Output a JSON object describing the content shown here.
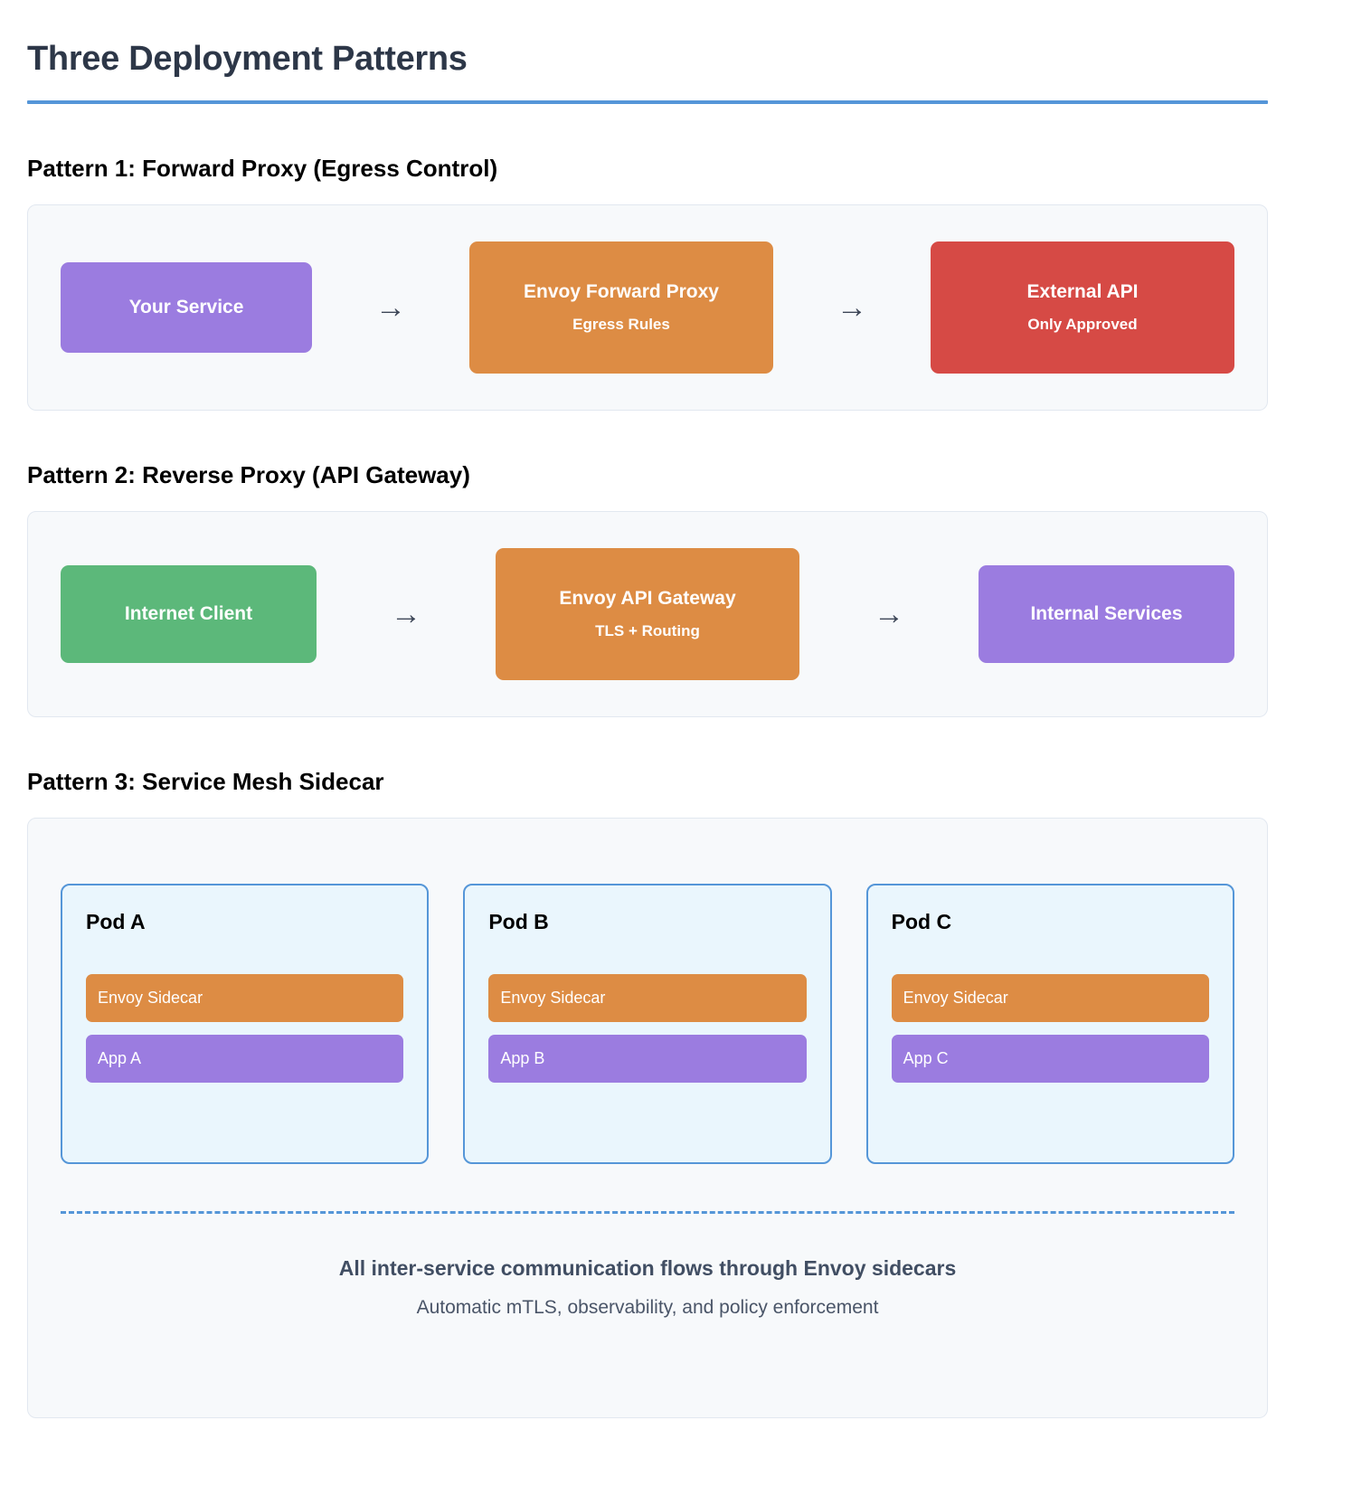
{
  "header": {
    "title": "Three Deployment Patterns",
    "rule_color": "#5596d8"
  },
  "patterns": [
    {
      "heading": "Pattern 1: Forward Proxy (Egress Control)",
      "nodes": [
        {
          "title": "Your Service",
          "sub": "",
          "color": "#9b7ce0"
        },
        {
          "title": "Envoy Forward Proxy",
          "sub": "Egress Rules",
          "color": "#dd8c44"
        },
        {
          "title": "External API",
          "sub": "Only Approved",
          "color": "#d64a45"
        }
      ],
      "arrows": [
        "→",
        "→"
      ]
    },
    {
      "heading": "Pattern 2: Reverse Proxy (API Gateway)",
      "nodes": [
        {
          "title": "Internet Client",
          "sub": "",
          "color": "#5cb87a"
        },
        {
          "title": "Envoy API Gateway",
          "sub": "TLS + Routing",
          "color": "#dd8c44"
        },
        {
          "title": "Internal Services",
          "sub": "",
          "color": "#9b7ce0"
        }
      ],
      "arrows": [
        "→",
        "→"
      ]
    }
  ],
  "mesh": {
    "heading": "Pattern 3: Service Mesh Sidecar",
    "pods": [
      {
        "title": "Pod A",
        "sidecar": "Envoy Sidecar",
        "app": "App A"
      },
      {
        "title": "Pod B",
        "sidecar": "Envoy Sidecar",
        "app": "App B"
      },
      {
        "title": "Pod C",
        "sidecar": "Envoy Sidecar",
        "app": "App C"
      }
    ],
    "note_main": "All inter-service communication flows through Envoy sidecars",
    "note_sub": "Automatic mTLS, observability, and policy enforcement",
    "divider_color": "#5596d8",
    "pod_border_color": "#5596d8",
    "pod_fill_color": "#eaf6fd"
  }
}
